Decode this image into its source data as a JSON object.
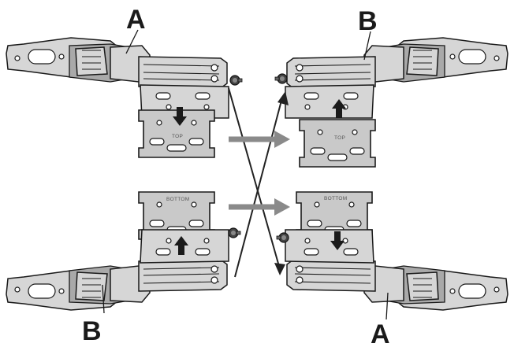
{
  "labels": {
    "top_left": "A",
    "top_right": "B",
    "bottom_left": "B",
    "bottom_right": "A"
  },
  "plates": {
    "top_left": "TOP",
    "top_right": "TOP",
    "bottom_left": "BOTTOM",
    "bottom_right": "BOTTOM"
  },
  "colors": {
    "transfer_arrow": "#8a8a8a",
    "plate_fill": "#c9c9c9",
    "hinge_metal": "#d6d6d6",
    "outline": "#1a1a1a"
  }
}
